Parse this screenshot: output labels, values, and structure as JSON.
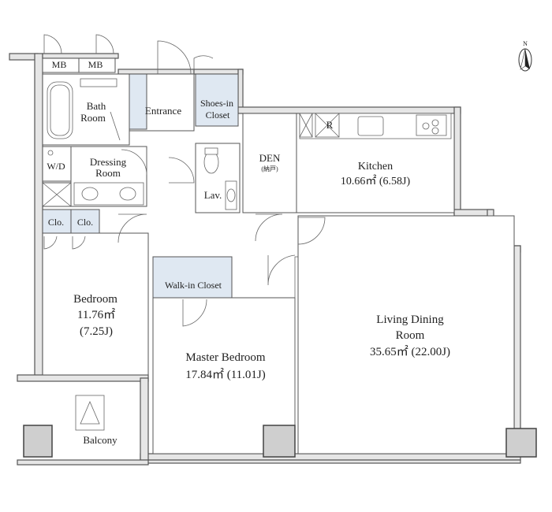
{
  "compass": {
    "label": "N"
  },
  "rooms": {
    "mb1": "MB",
    "mb2": "MB",
    "bath_l1": "Bath",
    "bath_l2": "Room",
    "entrance": "Entrance",
    "shoes_l1": "Shoes-in",
    "shoes_l2": "Closet",
    "den_l1": "DEN",
    "den_l2": "(納戸)",
    "r": "R",
    "kitchen_l1": "Kitchen",
    "kitchen_l2": "10.66㎡  (6.58J)",
    "wd": "W/D",
    "dressing_l1": "Dressing",
    "dressing_l2": "Room",
    "lav": "Lav.",
    "clo1": "Clo.",
    "clo2": "Clo.",
    "walkin": "Walk-in Closet",
    "bedroom_l1": "Bedroom",
    "bedroom_l2": "11.76㎡",
    "bedroom_l3": "(7.25J)",
    "master_l1": "Master Bedroom",
    "master_l2": "17.84㎡  (11.01J)",
    "living_l1": "Living Dining",
    "living_l2": "Room",
    "living_l3": "35.65㎡  (22.00J)",
    "balcony": "Balcony"
  }
}
